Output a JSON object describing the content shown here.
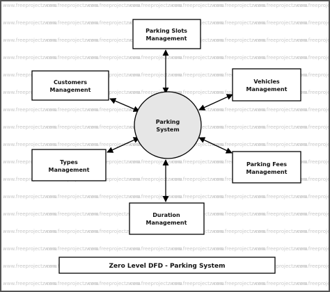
{
  "watermark": "www.freeprojectz.com",
  "center": {
    "label_lines": [
      "Parking",
      "System"
    ]
  },
  "nodes": {
    "parking_slots": {
      "label_lines": [
        "Parking Slots",
        "Management"
      ]
    },
    "customers": {
      "label_lines": [
        "Customers",
        "Management"
      ]
    },
    "vehicles": {
      "label_lines": [
        "Vehicles",
        "Management"
      ]
    },
    "types": {
      "label_lines": [
        "Types",
        "Management"
      ]
    },
    "parking_fees": {
      "label_lines": [
        "Parking Fees",
        "Management"
      ]
    },
    "duration": {
      "label_lines": [
        "Duration",
        "Management"
      ]
    }
  },
  "caption": "Zero Level DFD - Parking System",
  "colors": {
    "center_fill": "#e6e6e6",
    "stroke": "#000000",
    "watermark": "#c8c8c8"
  }
}
